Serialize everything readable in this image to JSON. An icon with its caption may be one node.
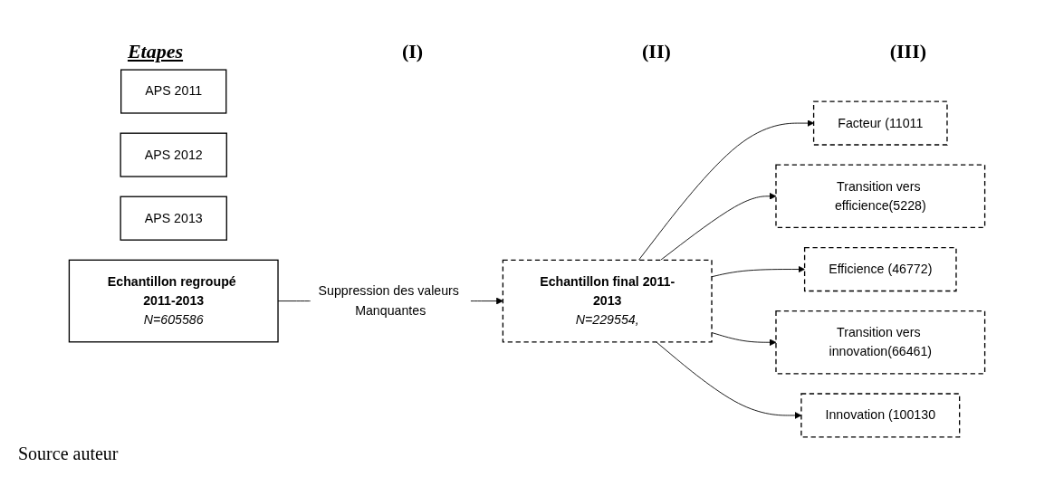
{
  "diagram": {
    "nodes": [
      {
        "text": [
          "APS 2011"
        ]
      },
      {
        "text": [
          "APS 2012"
        ]
      },
      {
        "text": [
          "APS 2013"
        ]
      },
      {
        "text": [
          "Echantillon regroupé 2011-2013",
          "N=605586"
        ]
      },
      {
        "text": [
          "Echantillon final 2011-2013",
          "N=229554,"
        ]
      },
      {
        "text": [
          "Facteur (11011"
        ]
      },
      {
        "text": [
          "Transition vers efficience(5228)"
        ]
      },
      {
        "text": [
          "Efficience (46772)"
        ]
      },
      {
        "text": [
          "Transition vers innovation(66461)"
        ]
      },
      {
        "text": [
          "Innovation (100130"
        ]
      }
    ],
    "edges": [
      {
        "from": 3,
        "to": 4,
        "arrow": "to",
        "label": "Suppression des valeurs Manquantes"
      },
      {
        "from": 4,
        "to": 5,
        "arrow": "to"
      },
      {
        "from": 4,
        "to": 6,
        "arrow": "to"
      },
      {
        "from": 4,
        "to": 7,
        "arrow": "to"
      },
      {
        "from": 4,
        "to": 8,
        "arrow": "to"
      },
      {
        "from": 4,
        "to": 9,
        "arrow": "to"
      }
    ],
    "labels": [
      "(III)",
      "Etapes",
      "(I)",
      "(II)",
      "Source auteur"
    ]
  }
}
